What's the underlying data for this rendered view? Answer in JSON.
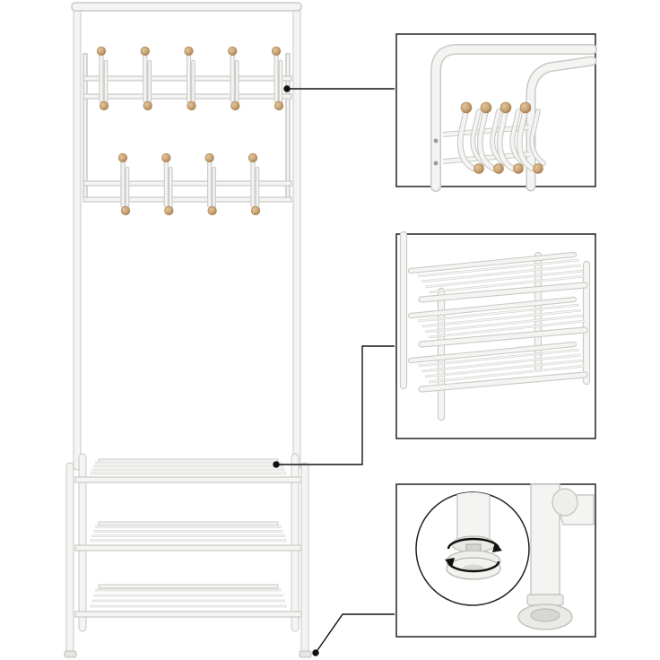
{
  "product": {
    "subject": "coat-rack-with-shoe-shelves",
    "colors": {
      "frame": "#f4f4f2",
      "frame_shadow": "#c9c9c6",
      "wood_knob": "#c9a477",
      "wood_knob_dark": "#a9804e",
      "leader_line": "#111111",
      "detail_border": "#222222",
      "detail_background": "#ffffff"
    },
    "hooks": {
      "upper_row_count": 5,
      "lower_row_count": 4
    },
    "shoe_shelves": {
      "tier_count": 3
    },
    "detail_panels": [
      {
        "name": "top-hooks-detail",
        "subject": "hook-row-closeup"
      },
      {
        "name": "shoe-shelf-detail",
        "subject": "three-tier-shelf-closeup"
      },
      {
        "name": "foot-pad-detail",
        "subject": "adjustable-foot-closeup",
        "icon": "rotate-arrows-icon"
      }
    ]
  }
}
